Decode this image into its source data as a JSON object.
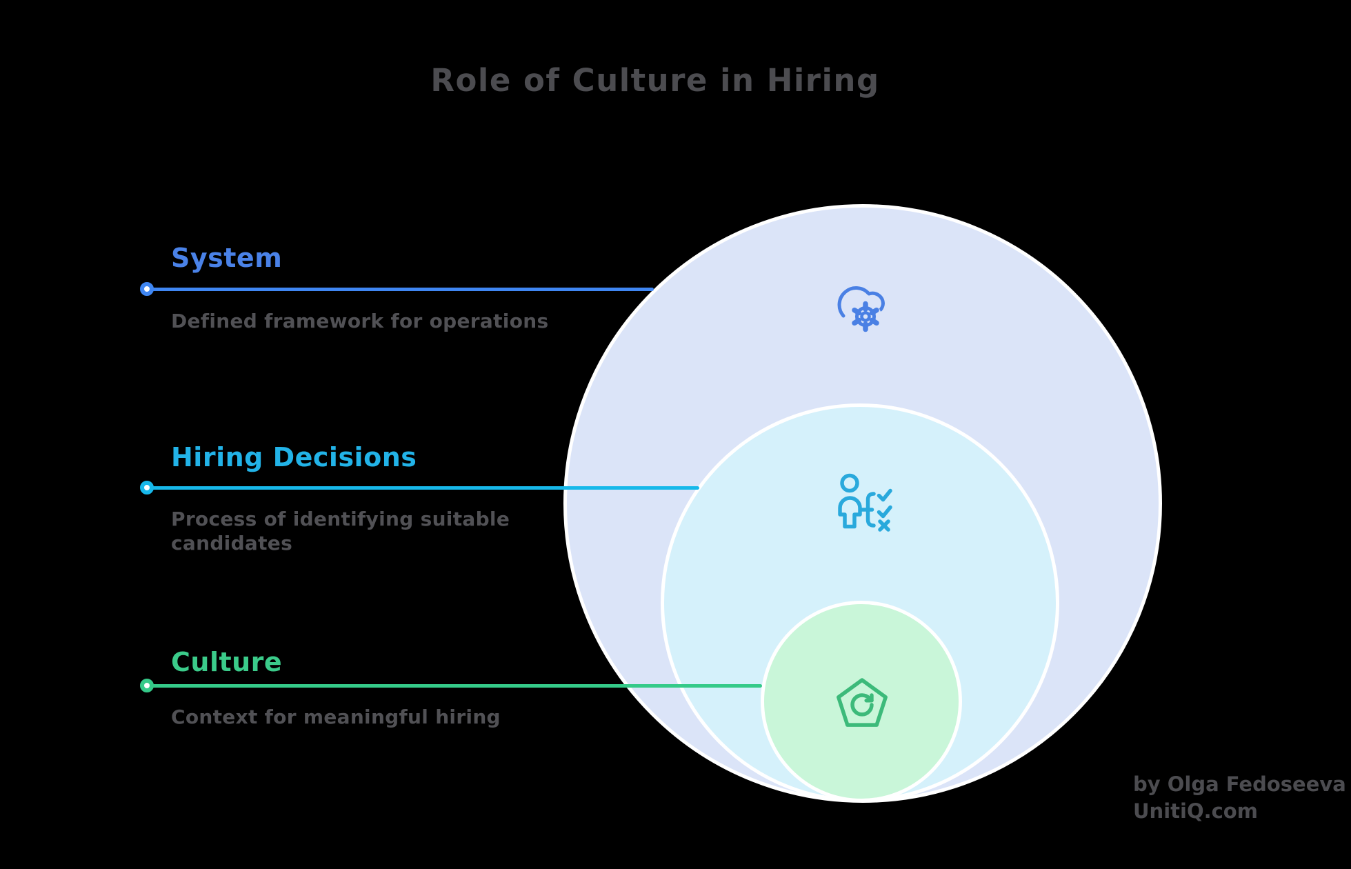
{
  "title": "Role of Culture in Hiring",
  "attribution": {
    "line1": "by Olga Fedoseeva",
    "line2": "UnitiQ.com"
  },
  "layers": [
    {
      "label": "System",
      "description": "Defined framework for operations",
      "color": "#4a82e8",
      "line_color": "#3f86f2",
      "circle_fill": "#dbe4f8",
      "icon": "cloud-gear-icon"
    },
    {
      "label": "Hiring Decisions",
      "description": "Process of identifying suitable candidates",
      "color": "#22b3e8",
      "line_color": "#17b8ea",
      "circle_fill": "#d5f1fb",
      "icon": "person-checklist-icon"
    },
    {
      "label": "Culture",
      "description": "Context for meaningful hiring",
      "color": "#3bcb8a",
      "line_color": "#35ca89",
      "circle_fill": "#c9f6d9",
      "icon": "pentagon-refresh-icon"
    }
  ],
  "text_color": "#515155",
  "background": "#000000",
  "circle_border": "#ffffff"
}
